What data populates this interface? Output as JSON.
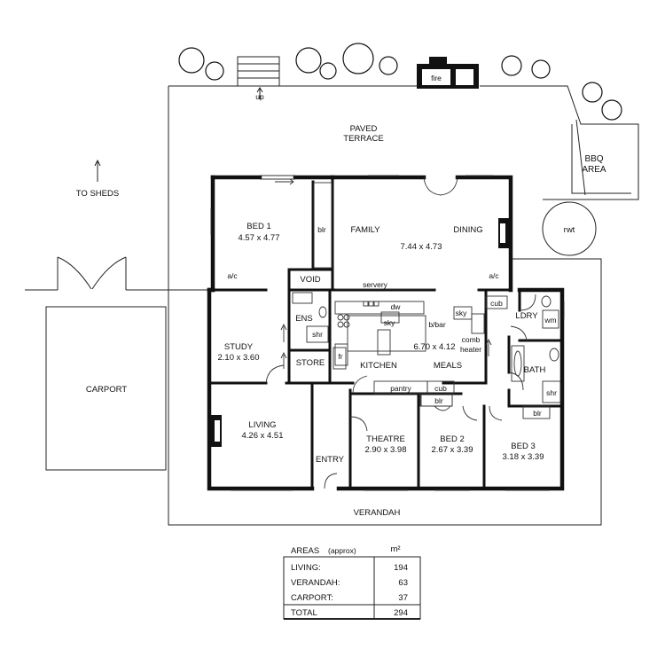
{
  "outdoor": {
    "paved_terrace": [
      "PAVED",
      "TERRACE"
    ],
    "up": "up",
    "fire": "fire",
    "bbq_area": [
      "BBQ",
      "AREA"
    ],
    "rwt": "rwt",
    "to_sheds": "TO SHEDS",
    "carport": "CARPORT",
    "verandah": "VERANDAH"
  },
  "rooms": {
    "bed1": {
      "name": "BED 1",
      "dims": "4.57 x 4.77"
    },
    "family": {
      "name": "FAMILY"
    },
    "dining": {
      "name": "DINING"
    },
    "family_dining_dims": "7.44 x 4.73",
    "study": {
      "name": "STUDY",
      "dims": "2.10 x 3.60"
    },
    "kitchen": {
      "name": "KITCHEN"
    },
    "meals": {
      "name": "MEALS"
    },
    "kitchen_meals_dims": "6.70 x 4.12",
    "living": {
      "name": "LIVING",
      "dims": "4.26 x 4.51"
    },
    "theatre": {
      "name": "THEATRE",
      "dims": "2.90 x 3.98"
    },
    "bed2": {
      "name": "BED 2",
      "dims": "2.67 x 3.39"
    },
    "bed3": {
      "name": "BED 3",
      "dims": "3.18 x 3.39"
    },
    "entry": "ENTRY",
    "void": "VOID",
    "ens": "ENS",
    "store": "STORE",
    "ldry": "LDRY",
    "bath": "BATH"
  },
  "fixtures": {
    "blr": "blr",
    "ac": "a/c",
    "servery": "servery",
    "dw": "dw",
    "sky": "sky",
    "bbar": "b/bar",
    "comb_heater": [
      "comb",
      "heater"
    ],
    "fr": "fr",
    "pantry": "pantry",
    "cub": "cub",
    "shr": "shr",
    "wm": "wm"
  },
  "areas_table": {
    "title": "AREAS",
    "title_note": "(approx)",
    "unit": "m²",
    "rows": [
      {
        "label": "LIVING:",
        "value": "194"
      },
      {
        "label": "VERANDAH:",
        "value": "63"
      },
      {
        "label": "CARPORT:",
        "value": "37"
      }
    ],
    "total_label": "TOTAL",
    "total_value": "294"
  }
}
